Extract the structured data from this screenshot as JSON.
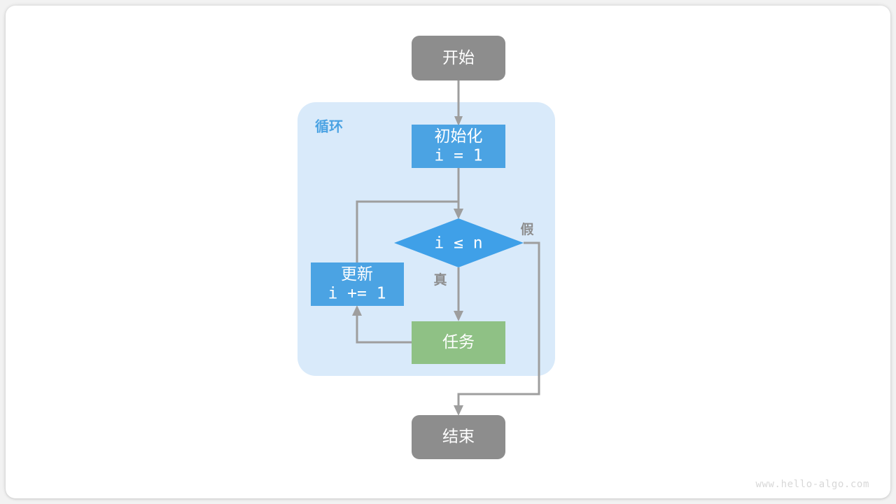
{
  "diagram": {
    "title_watermark": "www.hello-algo.com",
    "type": "flowchart",
    "colors": {
      "terminal_fill": "#8d8d8d",
      "process_fill": "#4ba3e3",
      "decision_fill": "#3fa0e8",
      "task_fill": "#8fc185",
      "group_fill": "#d9eafa",
      "group_label_color": "#4ba3e3",
      "edge_color": "#9e9e9e",
      "node_text_color": "#ffffff",
      "edge_label_color": "#8d8d8d",
      "canvas": "#ffffff",
      "page_background": "#f2f2f2",
      "watermark_color": "#d8d8d8"
    },
    "group": {
      "label": "循环",
      "shape": "rounded-rect"
    },
    "nodes": [
      {
        "id": "start",
        "label": "开始",
        "sublabel": "",
        "shape": "stadium",
        "role": "terminal"
      },
      {
        "id": "init",
        "label": "初始化",
        "sublabel": "i = 1",
        "shape": "rect",
        "role": "process"
      },
      {
        "id": "cond",
        "label": "i ≤ n",
        "sublabel": "",
        "shape": "diamond",
        "role": "decision"
      },
      {
        "id": "update",
        "label": "更新",
        "sublabel": "i += 1",
        "shape": "rect",
        "role": "process"
      },
      {
        "id": "task",
        "label": "任务",
        "sublabel": "",
        "shape": "rect",
        "role": "task"
      },
      {
        "id": "end",
        "label": "结束",
        "sublabel": "",
        "shape": "stadium",
        "role": "terminal"
      }
    ],
    "edges": [
      {
        "id": "e-start-init",
        "from": "start",
        "to": "init",
        "label": ""
      },
      {
        "id": "e-init-cond",
        "from": "init",
        "to": "cond",
        "label": ""
      },
      {
        "id": "e-cond-task",
        "from": "cond",
        "to": "task",
        "label": "真"
      },
      {
        "id": "e-cond-end",
        "from": "cond",
        "to": "end",
        "label": "假"
      },
      {
        "id": "e-task-update",
        "from": "task",
        "to": "update",
        "label": ""
      },
      {
        "id": "e-update-cond",
        "from": "update",
        "to": "cond",
        "label": ""
      }
    ],
    "edge_labels": {
      "true": "真",
      "false": "假"
    }
  }
}
